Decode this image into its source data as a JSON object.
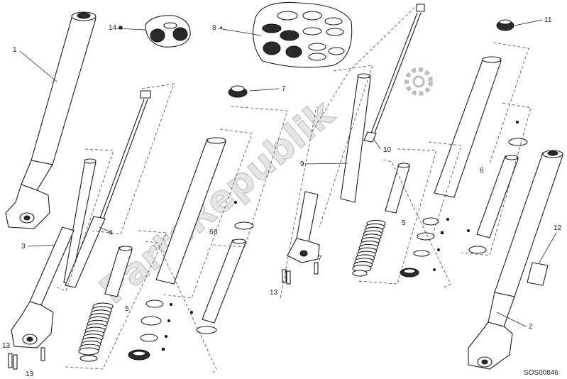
{
  "labels": {
    "l1": "1",
    "l2": "2",
    "l3": "3",
    "l4": "4",
    "l5a": "5",
    "l5b": "5",
    "l6a": "6",
    "l6b": "6",
    "l6c": "6",
    "l7a": "7",
    "l7b": "7",
    "l8": "8",
    "l9": "9",
    "l10": "10",
    "l11": "11",
    "l12": "12",
    "l13a": "13",
    "l13b": "13",
    "l13c": "13",
    "l14": "14"
  },
  "kit_marker_8": "•",
  "kit_marker_14": "■",
  "drawing_code": "SOS00846",
  "watermark": "PartsRepublik",
  "colors": {
    "line": "#1a1a1a",
    "fill": "#ffffff",
    "watermark": "#cfcfcf"
  }
}
